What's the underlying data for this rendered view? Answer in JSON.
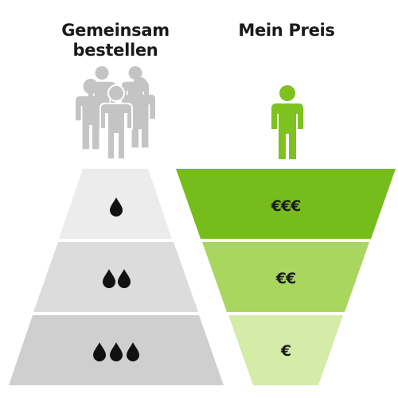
{
  "left": {
    "title_line1": "Gemeinsam",
    "title_line2": "bestellen",
    "icon": "group-of-people-icon",
    "color": "#c4c4c4",
    "tiers": [
      {
        "drops": 1,
        "icon": "drop-icon",
        "color": "#ececec"
      },
      {
        "drops": 2,
        "icon": "drop-icon",
        "color": "#dcdcdc"
      },
      {
        "drops": 3,
        "icon": "drop-icon",
        "color": "#cfcfcf"
      }
    ]
  },
  "right": {
    "title": "Mein Preis",
    "icon": "single-person-icon",
    "color": "#7dc21e",
    "tiers": [
      {
        "label": "€€€",
        "color": "#76bc1a"
      },
      {
        "label": "€€",
        "color": "#a8d65e"
      },
      {
        "label": "€",
        "color": "#d4eca8"
      }
    ]
  }
}
